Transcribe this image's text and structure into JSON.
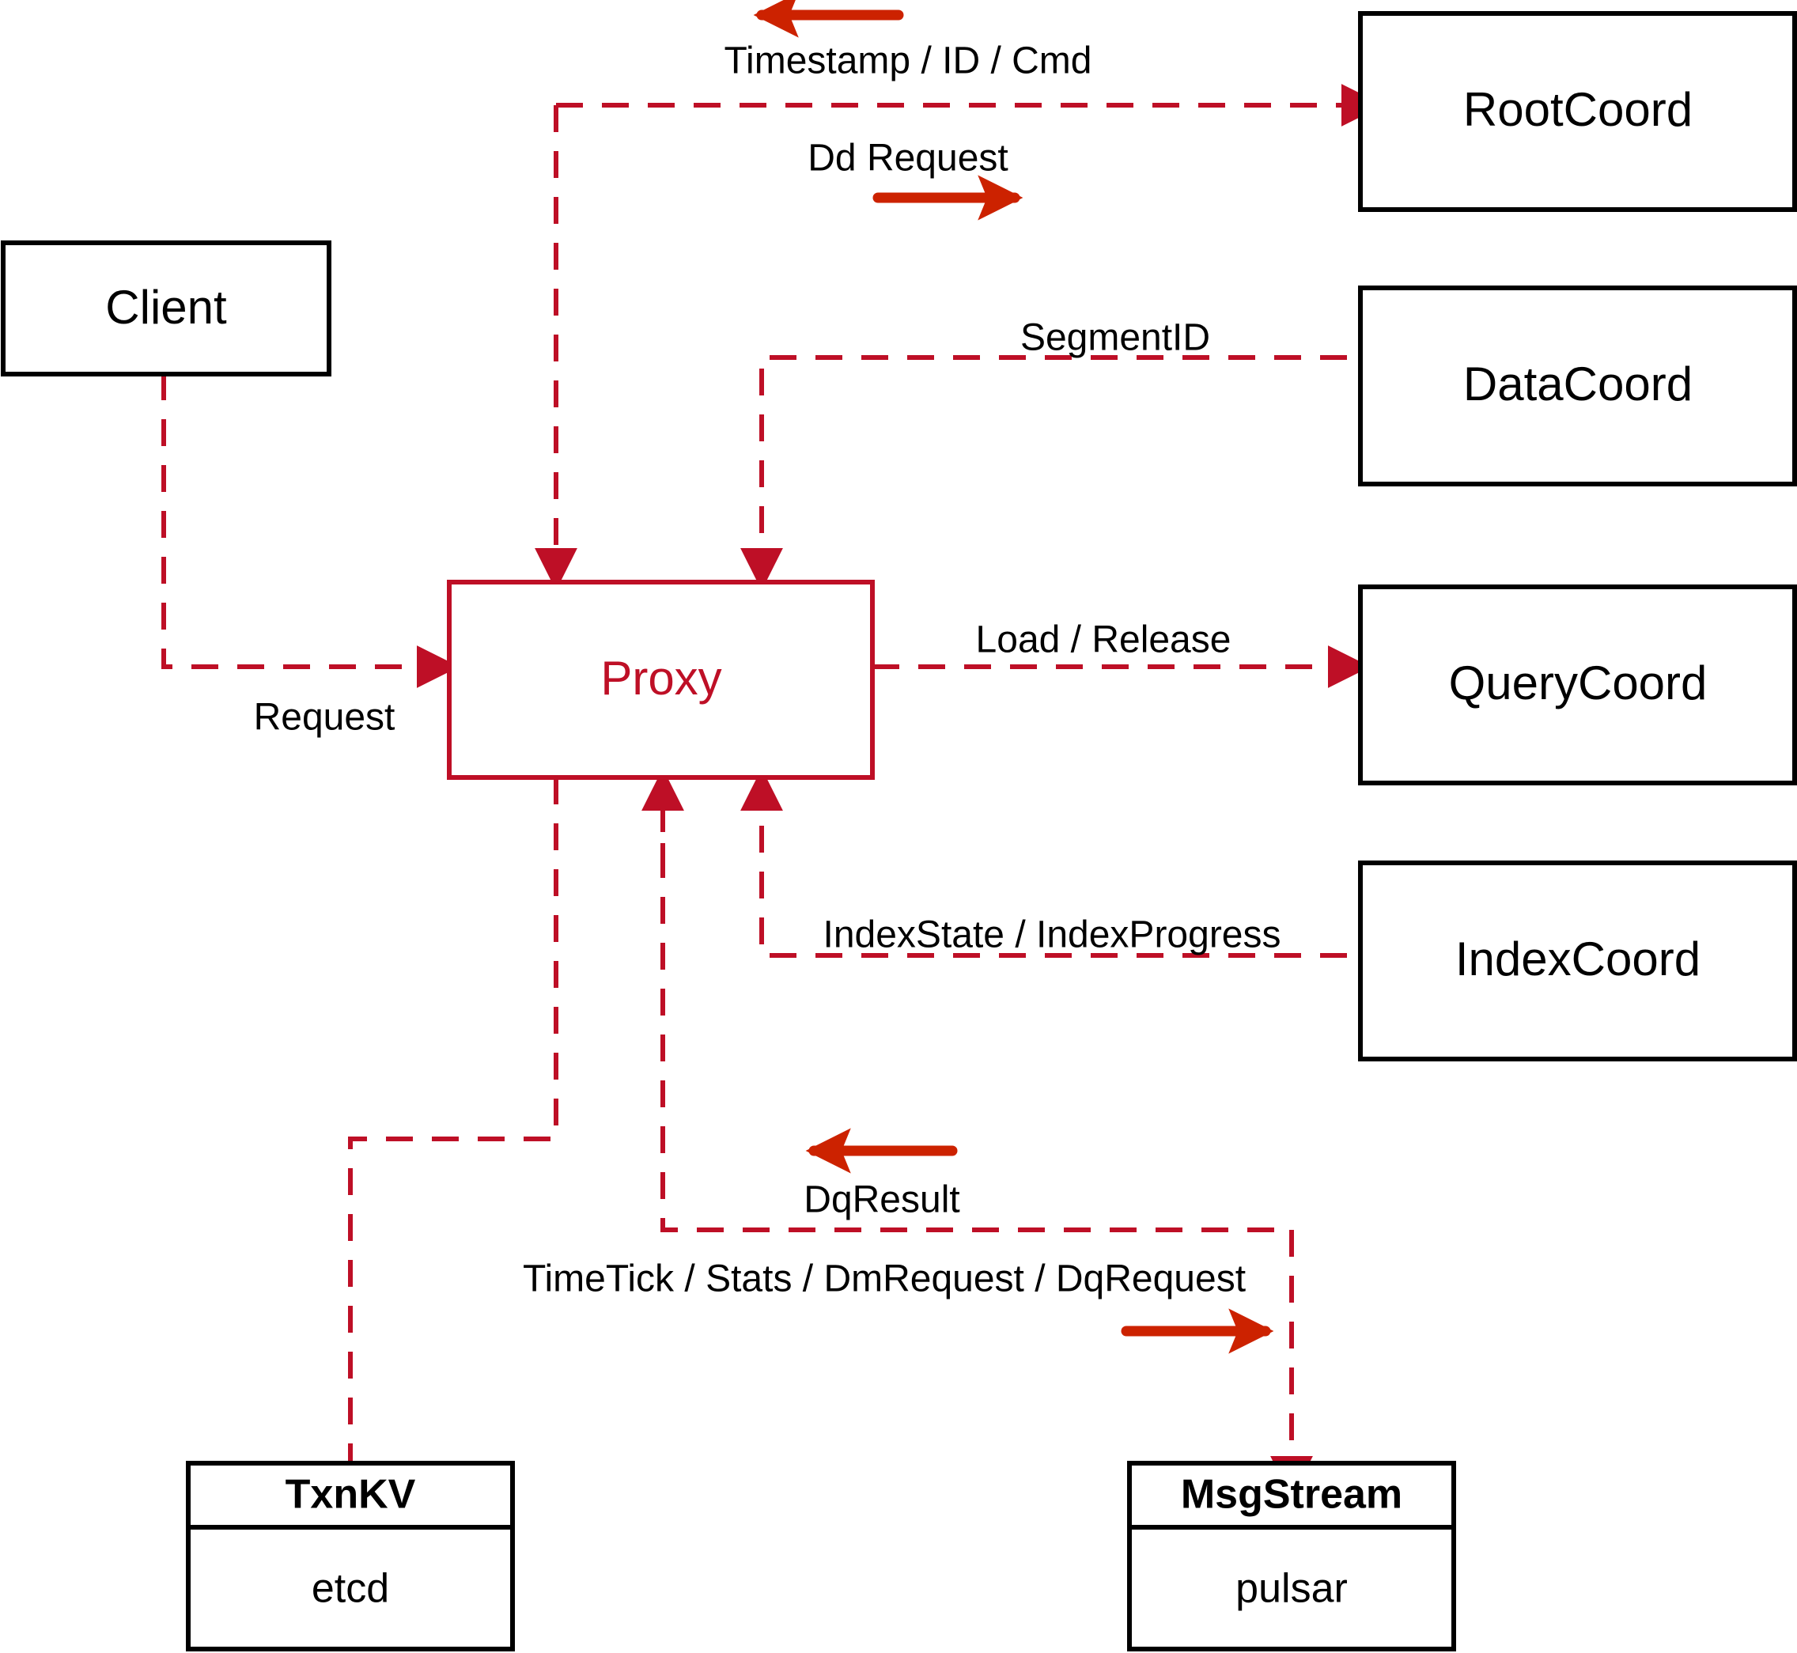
{
  "diagram": {
    "title": "Milvus Proxy interaction diagram",
    "colors": {
      "accent_dashed": "#BE0F26",
      "accent_solid_arrow": "#CC2200",
      "node_border": "#000000",
      "background": "#FFFFFF"
    },
    "nodes": [
      {
        "id": "client",
        "label": "Client",
        "style": "plain"
      },
      {
        "id": "proxy",
        "label": "Proxy",
        "style": "accent"
      },
      {
        "id": "rootcoord",
        "label": "RootCoord",
        "style": "plain"
      },
      {
        "id": "datacoord",
        "label": "DataCoord",
        "style": "plain"
      },
      {
        "id": "querycoord",
        "label": "QueryCoord",
        "style": "plain"
      },
      {
        "id": "indexcoord",
        "label": "IndexCoord",
        "style": "plain"
      },
      {
        "id": "txnkv",
        "label": "TxnKV",
        "sublabel": "etcd",
        "style": "two-part"
      },
      {
        "id": "msgstream",
        "label": "MsgStream",
        "sublabel": "pulsar",
        "style": "two-part"
      }
    ],
    "edge_labels": {
      "timestamp_id_cmd": "Timestamp / ID / Cmd",
      "dd_request": "Dd Request",
      "segment_id": "SegmentID",
      "load_release": "Load / Release",
      "index_state_progress": "IndexState / IndexProgress",
      "request": "Request",
      "dq_result": "DqResult",
      "timetick_stats": "TimeTick / Stats / DmRequest / DqRequest"
    }
  }
}
